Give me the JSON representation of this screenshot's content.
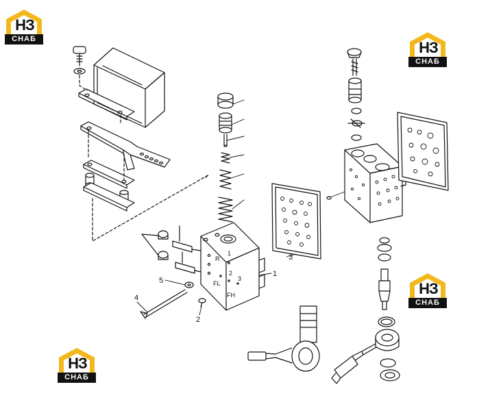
{
  "logos": [
    {
      "mark": "НЗ",
      "caption": "СНАБ"
    },
    {
      "mark": "НЗ",
      "caption": "СНАБ"
    },
    {
      "mark": "НЗ",
      "caption": "СНАБ"
    },
    {
      "mark": "НЗ",
      "caption": "СНАБ"
    }
  ],
  "callouts": {
    "c1": "1",
    "c2": "2",
    "c3": "3",
    "c4": "4",
    "c5": "5"
  },
  "body_marks": {
    "r": "R",
    "one": "1",
    "two": "2",
    "three": "3",
    "fl": "FL",
    "fh": "FH"
  },
  "colors": {
    "line": "#111111",
    "logo_roof": "#f3b81c"
  }
}
